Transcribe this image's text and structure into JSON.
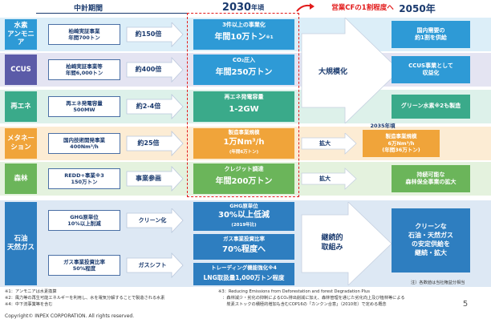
{
  "header": {
    "mid_term": "中計期間",
    "target_2030": "2030",
    "target_2030_suffix": "年頃",
    "cf_note": "営業CFの1割程度へ",
    "target_2050": "2050年"
  },
  "rows": [
    {
      "label": "水素\nアンモニア",
      "color": "#2e9ad6",
      "band": "#dceef8",
      "box1": "柏崎実証事業\n年間700トン",
      "mult": "約150倍",
      "box2030_l1": "3件以上の事業化",
      "box2030_l2": "年間10万トン",
      "sup": "※1",
      "box2030_color": "#2e9ad6"
    },
    {
      "label": "CCUS",
      "color": "#5b5ba8",
      "band": "#e4e4f2",
      "box1": "柏崎実証事業等\n年間6,000トン",
      "mult": "約400倍",
      "box2030_l1": "CO₂圧入",
      "box2030_l2": "年間250万トン",
      "box2030_color": "#2e9ad6"
    },
    {
      "label": "再エネ",
      "color": "#3aaa8a",
      "band": "#ddf1ea",
      "box1": "再エネ発電容量\n500MW",
      "mult": "約2-4倍",
      "box2030_l1": "再エネ発電容量",
      "box2030_l2": "1-2GW",
      "box2030_color": "#3aaa8a"
    },
    {
      "label": "メタネー\nション",
      "color": "#f0a43a",
      "band": "#fcecd4",
      "box1": "国内技術開発事業\n400Nm³/h",
      "mult": "約25倍",
      "box2030_l1": "製造事業規模",
      "box2030_l2": "1万Nm³/h",
      "box2030_l3": "(年間6万トン)",
      "box2030_color": "#f0a43a"
    },
    {
      "label": "森林",
      "color": "#6bb55a",
      "band": "#e4f2de",
      "box1": "REDD+事業※3\n150万トン",
      "mult": "事業参画",
      "box2030_l1": "クレジット調達",
      "box2030_l2": "年間200万トン",
      "box2030_color": "#6bb55a"
    }
  ],
  "right_col": {
    "large_scale": "大規模化",
    "expand_metha": "拡大",
    "expand_forest": "拡大",
    "year_2035": "2035年頃",
    "box_hydrogen": "国内需要の\n約1割を供給",
    "box_ccus": "CCUS事業として\n収益化",
    "box_renew": "グリーン水素※2も製造",
    "box_metha": "製造事業規模\n6万Nm³/h\n(年間36万トン)",
    "box_forest": "持続可能な\n森林保全事業の拡大"
  },
  "oil_gas": {
    "label": "石油\n天然ガス",
    "ghg_box": "GHG原単位\n10%以上削減",
    "ghg_action": "クリーン化",
    "gas_box": "ガス事業投資比率\n50%程度",
    "gas_action": "ガスシフト",
    "ghg2030_l1": "GHG原単位",
    "ghg2030_l2": "30%以上低減",
    "ghg2030_l3": "(2019年比)",
    "gas2030_l1": "ガス事業投資比率",
    "gas2030_l2": "70%程度へ",
    "trade_l1": "トレーディング機能強化※4",
    "trade_l2": "LNG取扱量1,000万トン程度",
    "continue": "継続的\n取組み",
    "box2050": "クリーンな\n石油・天然ガス\nの安定供給を\n継続・拡大"
  },
  "notes": {
    "n1": "※1：アンモニアは水素換算",
    "n2": "※2：風力等の再生可能エネルギーを利用し、水を電気分解することで製造される水素",
    "n4": "※4：中下流事業等を含む",
    "n3a": "※3：Reducing Emissions from Deforestation and forest Degradation Plus",
    "n3b": "　：森林減少・劣化の抑制によるCO₂排出削減に加え、森林管理を通じた劣化向上及び植林等による",
    "n3c": "　　炭素ストックの積極的増加も含むCOP16の「カンクン合意」（2010年）で定める概念",
    "unit_note": "注）各数値は当社権益分相当",
    "copyright": "Copyright© INPEX CORPORATION. All rights reserved.",
    "page_number": "5"
  }
}
